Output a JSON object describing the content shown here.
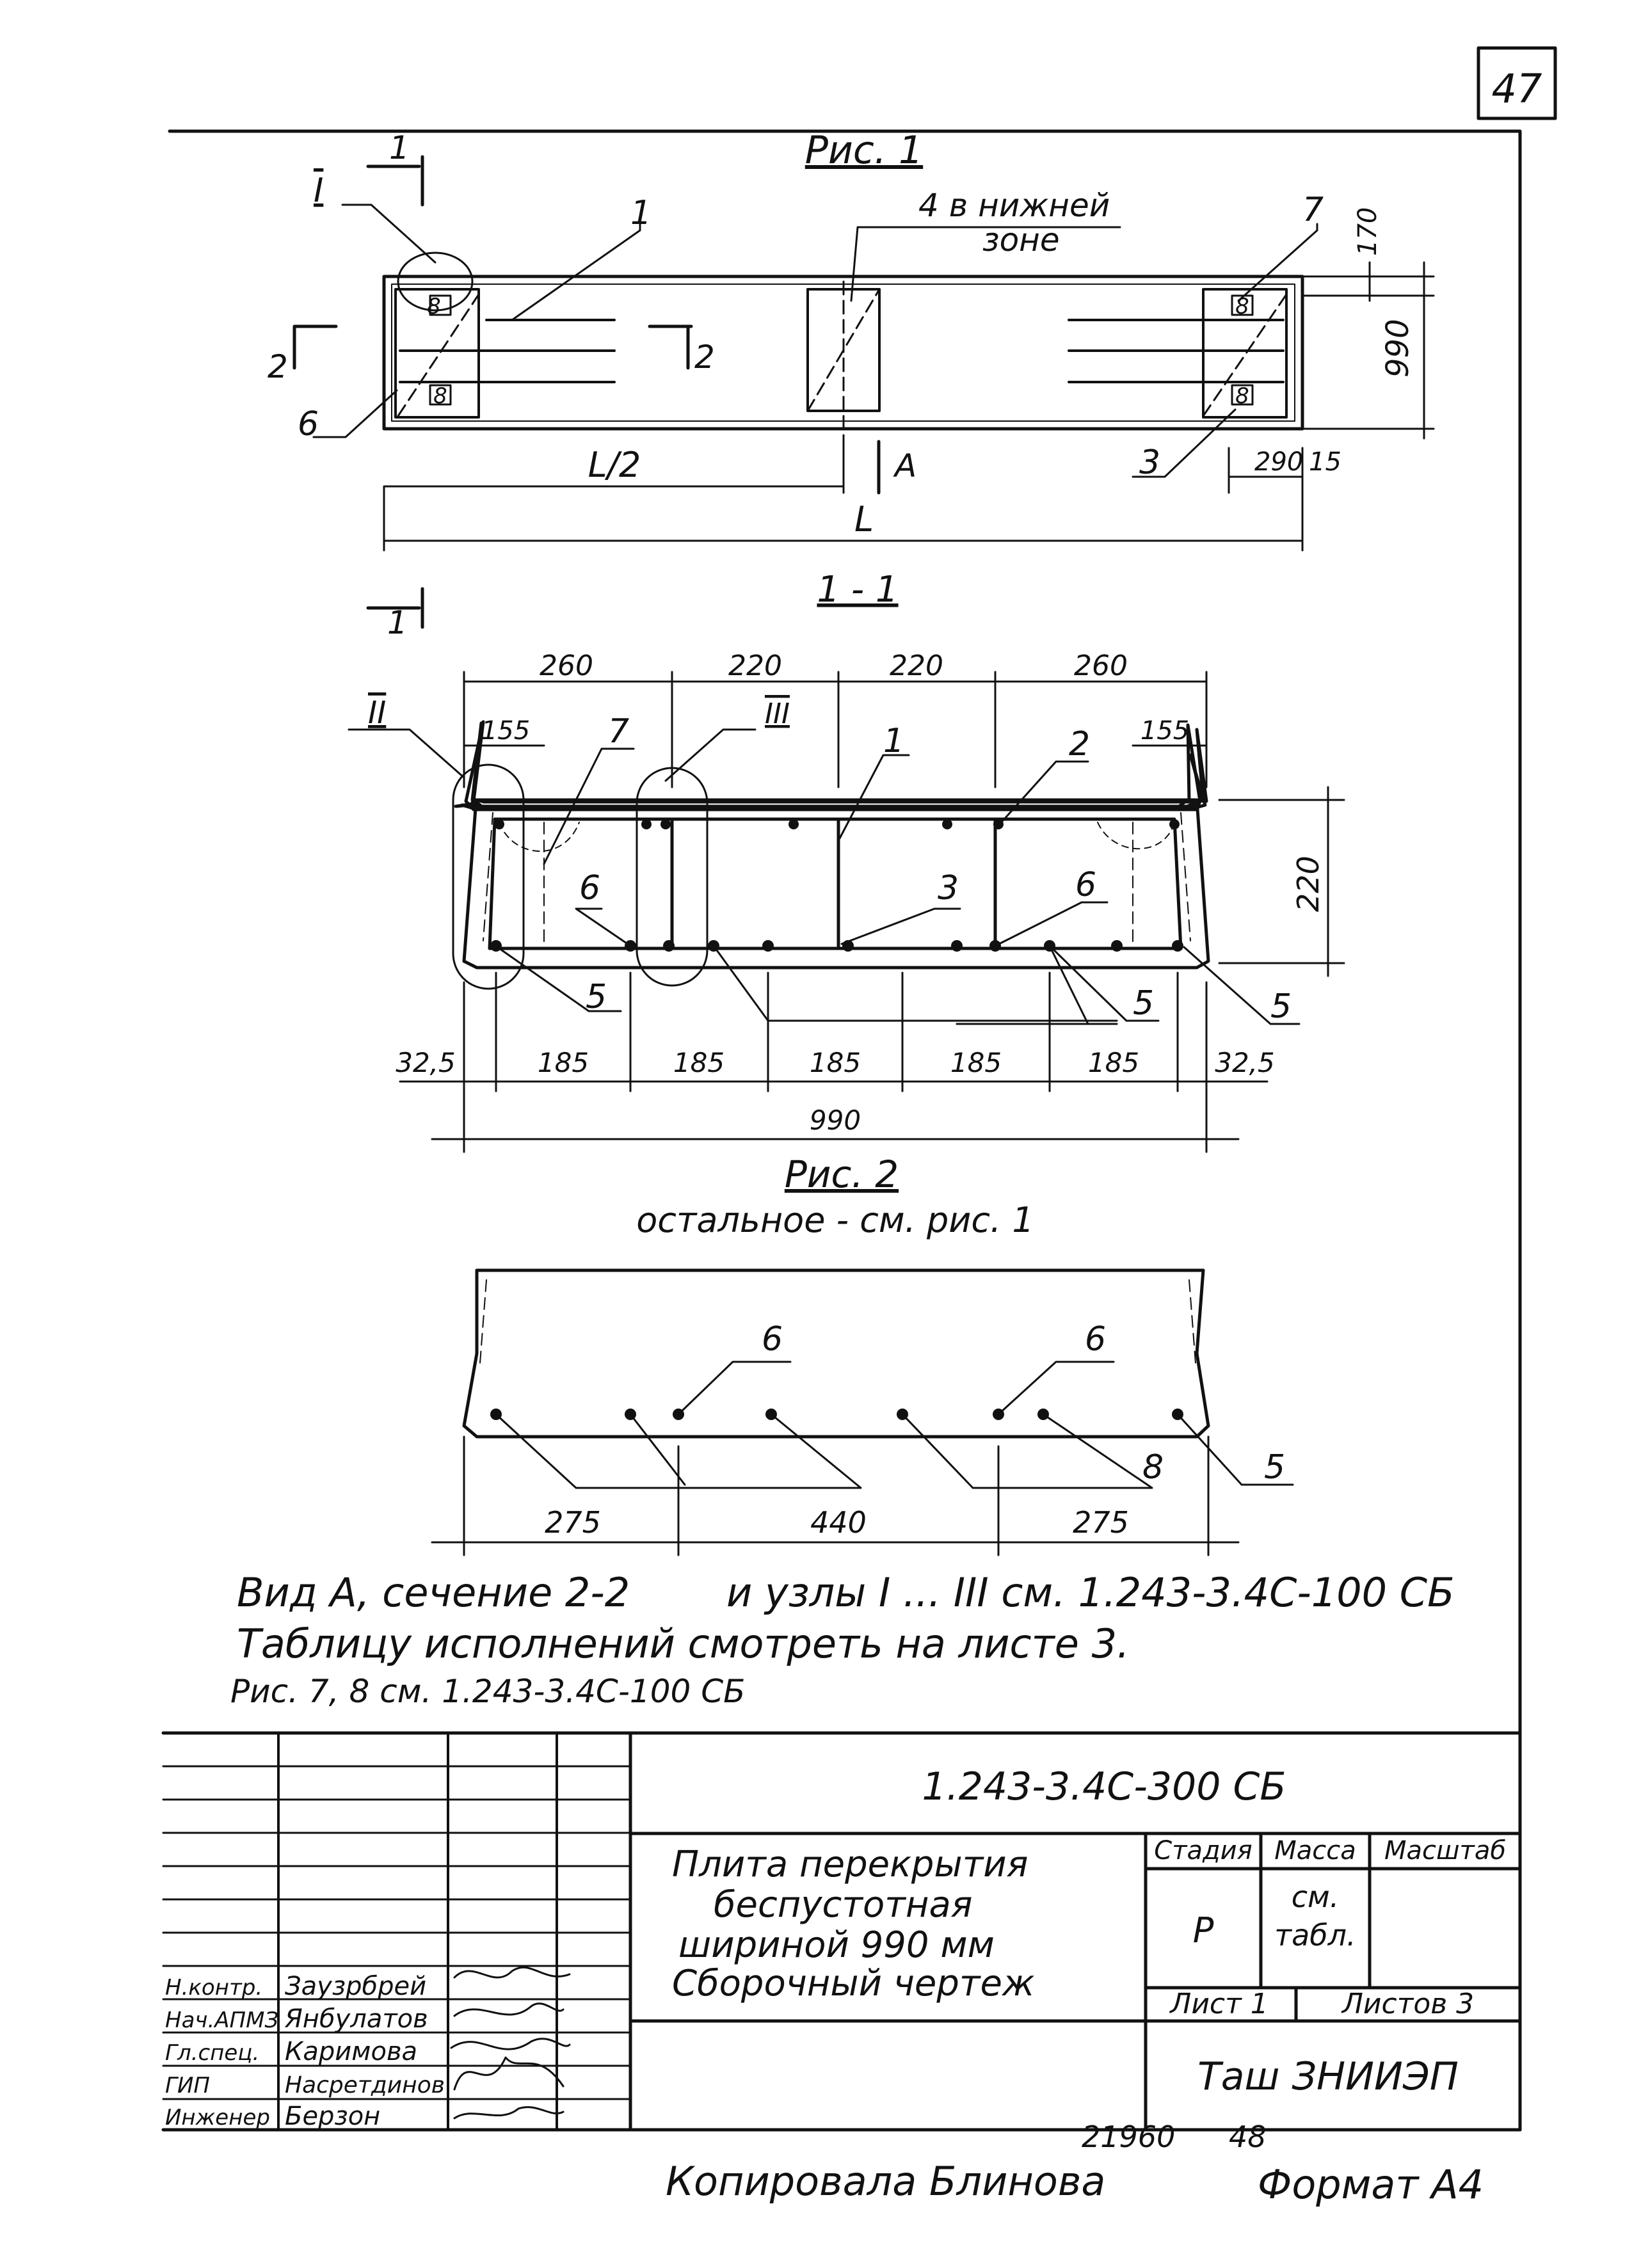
{
  "sheet_number": "47",
  "fig1": {
    "title": "Рис. 1",
    "label_bottom_zone": "4 в нижней",
    "label_bottom_zone2": "зоне",
    "node_I": "I",
    "sec_1": "1",
    "sec_2": "2",
    "label_A": "A",
    "pos_1": "1",
    "pos_3": "3",
    "pos_6": "6",
    "pos_7": "7",
    "pos_8": "8",
    "dim_L2": "L/2",
    "dim_L": "L",
    "dim_170": "170",
    "dim_990": "990",
    "dim_290": "290",
    "dim_15": "15"
  },
  "section11": {
    "title": "1 - 1",
    "node_II": "II",
    "node_III": "III",
    "dim_260": "260",
    "dim_220": "220",
    "dim_155": "155",
    "dim_185": "185",
    "dim_325": "32,5",
    "dim_990": "990",
    "pos_1": "1",
    "pos_2": "2",
    "pos_3": "3",
    "pos_5": "5",
    "pos_6": "6",
    "pos_7": "7"
  },
  "fig2": {
    "title": "Рис. 2",
    "subtitle": "остальное - см. рис. 1",
    "pos_5": "5",
    "pos_6": "6",
    "pos_8": "8",
    "dim_275": "275",
    "dim_440": "440"
  },
  "notes": {
    "line1a": "Вид А, сечение 2-2",
    "line1b": "и узлы I ... III см. 1.243-3.4С-100 СБ",
    "line2": "Таблицу исполнений смотреть на листе 3.",
    "line3": "Рис. 7, 8 см. 1.243-3.4С-100 СБ"
  },
  "title_block": {
    "doc_code": "1.243-3.4С-300 СБ",
    "title_lines": [
      "Плита перекрытия",
      "беспустотная",
      "шириной 990 мм",
      "Сборочный чертеж"
    ],
    "col_stage": "Стадия",
    "col_mass": "Масса",
    "col_scale": "Масштаб",
    "stage_value": "Р",
    "mass_value1": "см.",
    "mass_value2": "табл.",
    "sheet_label": "Лист 1",
    "sheets_label": "Листов 3",
    "organization": "Таш ЗНИИЭП",
    "staff": [
      {
        "role": "Н.контр.",
        "name": "Заузрбрей"
      },
      {
        "role": "Нач.АПМЗ",
        "name": "Янбулатов"
      },
      {
        "role": "Гл.спец.",
        "name": "Каримова"
      },
      {
        "role": "ГИП",
        "name": "Насретдинов"
      },
      {
        "role": "Инженер",
        "name": "Берзон"
      }
    ]
  },
  "footer": {
    "copied_by": "Копировала Блинова",
    "number": "21960",
    "number2": "48",
    "format": "Формат А4"
  }
}
